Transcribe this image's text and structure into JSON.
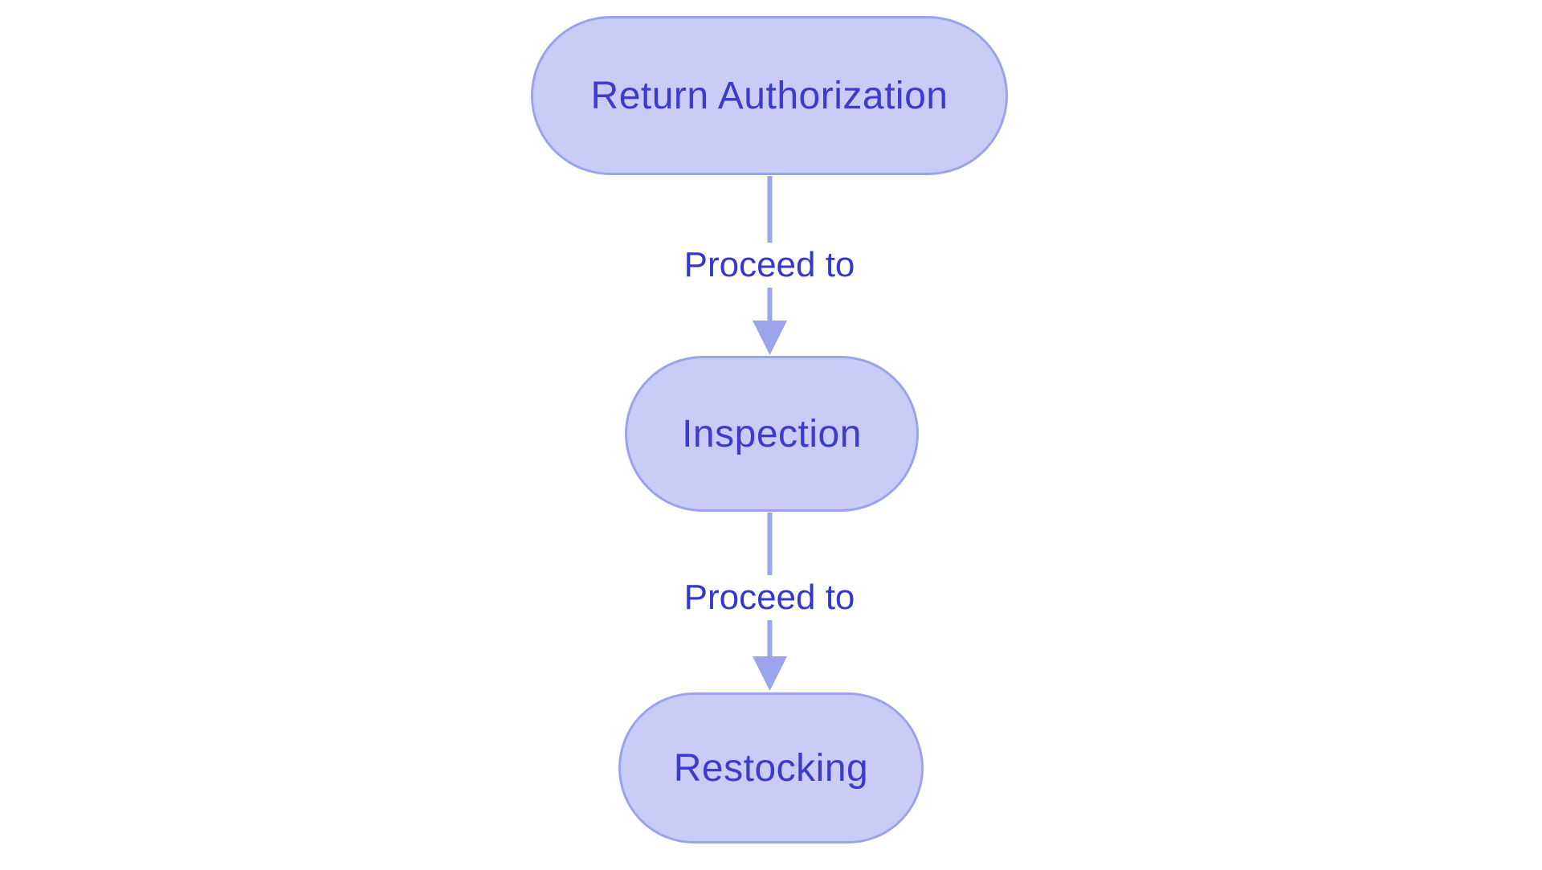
{
  "diagram": {
    "type": "flowchart",
    "direction": "top-down",
    "nodes": [
      {
        "id": "return-authorization",
        "label": "Return Authorization",
        "shape": "stadium"
      },
      {
        "id": "inspection",
        "label": "Inspection",
        "shape": "stadium"
      },
      {
        "id": "restocking",
        "label": "Restocking",
        "shape": "stadium"
      }
    ],
    "edges": [
      {
        "from": "return-authorization",
        "to": "inspection",
        "label": "Proceed to",
        "arrow": "down"
      },
      {
        "from": "inspection",
        "to": "restocking",
        "label": "Proceed to",
        "arrow": "down"
      }
    ],
    "colors": {
      "background": "#ffffff",
      "node_fill": "#c9ccf6",
      "node_border": "#9ba3ec",
      "node_text": "#3b3ccd",
      "edge_line": "#9da4ee",
      "edge_label_text": "#3538cf"
    }
  }
}
